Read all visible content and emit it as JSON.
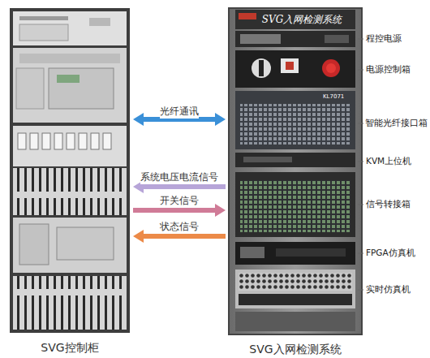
{
  "diagram": {
    "nodes": [
      {
        "text": [
          "SVG控制柜"
        ]
      },
      {
        "text": [
          "SVG入网检测系统",
          "SVG入网检测系统"
        ]
      }
    ],
    "edges": [
      {
        "from": 0,
        "to": 1,
        "label": "光纤通讯",
        "arrow": "both"
      },
      {
        "from": 1,
        "to": 0,
        "label": "系统电压电流信号",
        "arrow": "to"
      },
      {
        "from": 0,
        "to": 1,
        "label": "开关信号",
        "arrow": "to"
      },
      {
        "from": 1,
        "to": 0,
        "label": "状态信号",
        "arrow": "to"
      }
    ],
    "labels": [
      "程控电源",
      "电源控制箱",
      "智能光纤接口箱",
      "KVM上位机",
      "信号转接箱",
      "FPGA仿真机",
      "实时仿真机",
      "KL7071"
    ]
  }
}
